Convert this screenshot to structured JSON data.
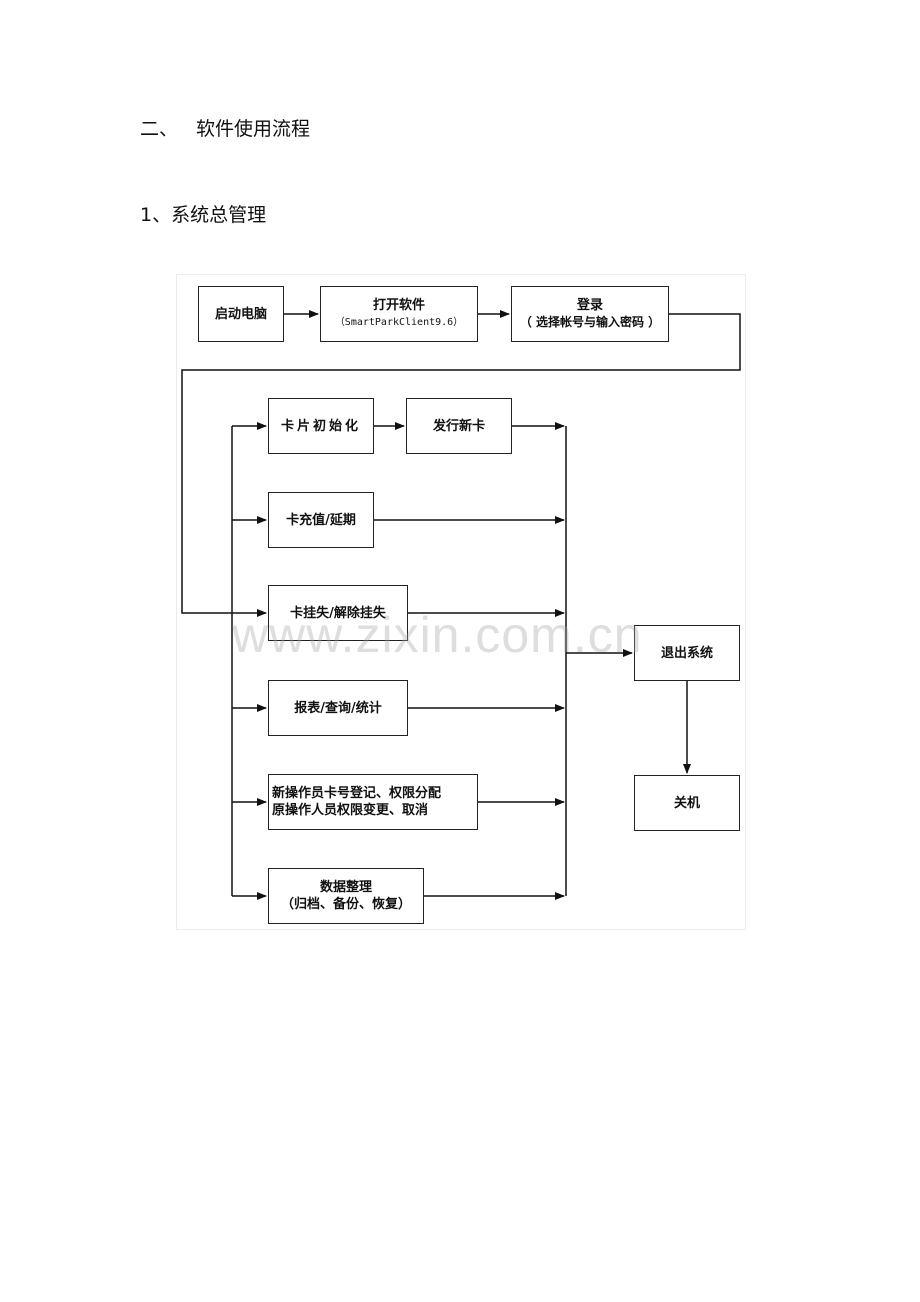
{
  "headings": {
    "section_number": "二、",
    "section_title": "软件使用流程",
    "subsection": "1、系统总管理"
  },
  "flowchart": {
    "start": "启动电脑",
    "open_software": {
      "title": "打开软件",
      "sub": "（SmartParkClient9.6）"
    },
    "login": {
      "title": "登录",
      "sub": "（ 选择帐号与输入密码 ）"
    },
    "card_init": "卡片初始化",
    "issue_card": "发行新卡",
    "card_recharge": "卡充值/延期",
    "card_loss": "卡挂失/解除挂失",
    "reports": "报表/查询/统计",
    "operator_mgmt": {
      "line1": "新操作员卡号登记、权限分配",
      "line2": "原操作人员权限变更、取消"
    },
    "data_maintenance": {
      "line1": "数据整理",
      "line2": "（归档、备份、恢复）"
    },
    "exit_system": "退出系统",
    "shutdown": "关机"
  },
  "watermark": "www.zixin.com.cn"
}
